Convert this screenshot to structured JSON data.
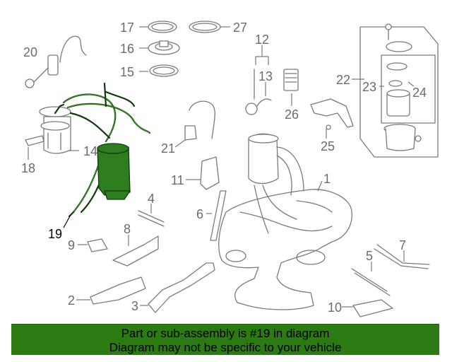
{
  "diagram": {
    "callouts": {
      "c1": "1",
      "c2": "2",
      "c3": "3",
      "c4": "4",
      "c5": "5",
      "c6": "6",
      "c7": "7",
      "c8": "8",
      "c9": "9",
      "c10": "10",
      "c11": "11",
      "c12": "12",
      "c13": "13",
      "c14": "14",
      "c15": "15",
      "c16": "16",
      "c17": "17",
      "c18": "18",
      "c19": "19",
      "c20": "20",
      "c21": "21",
      "c22": "22",
      "c23": "23",
      "c24": "24",
      "c25": "25",
      "c26": "26",
      "c27": "27"
    },
    "highlighted_part": "19",
    "colors": {
      "highlight_fill": "#2e7d1f",
      "highlight_outline": "#0f3a09",
      "line_art": "#7a7a7a",
      "banner": "#2b7a12"
    }
  },
  "banner": {
    "line1": "Part or sub-assembly is #19 in diagram",
    "line2": "Diagram may not be specific to your vehicle"
  }
}
